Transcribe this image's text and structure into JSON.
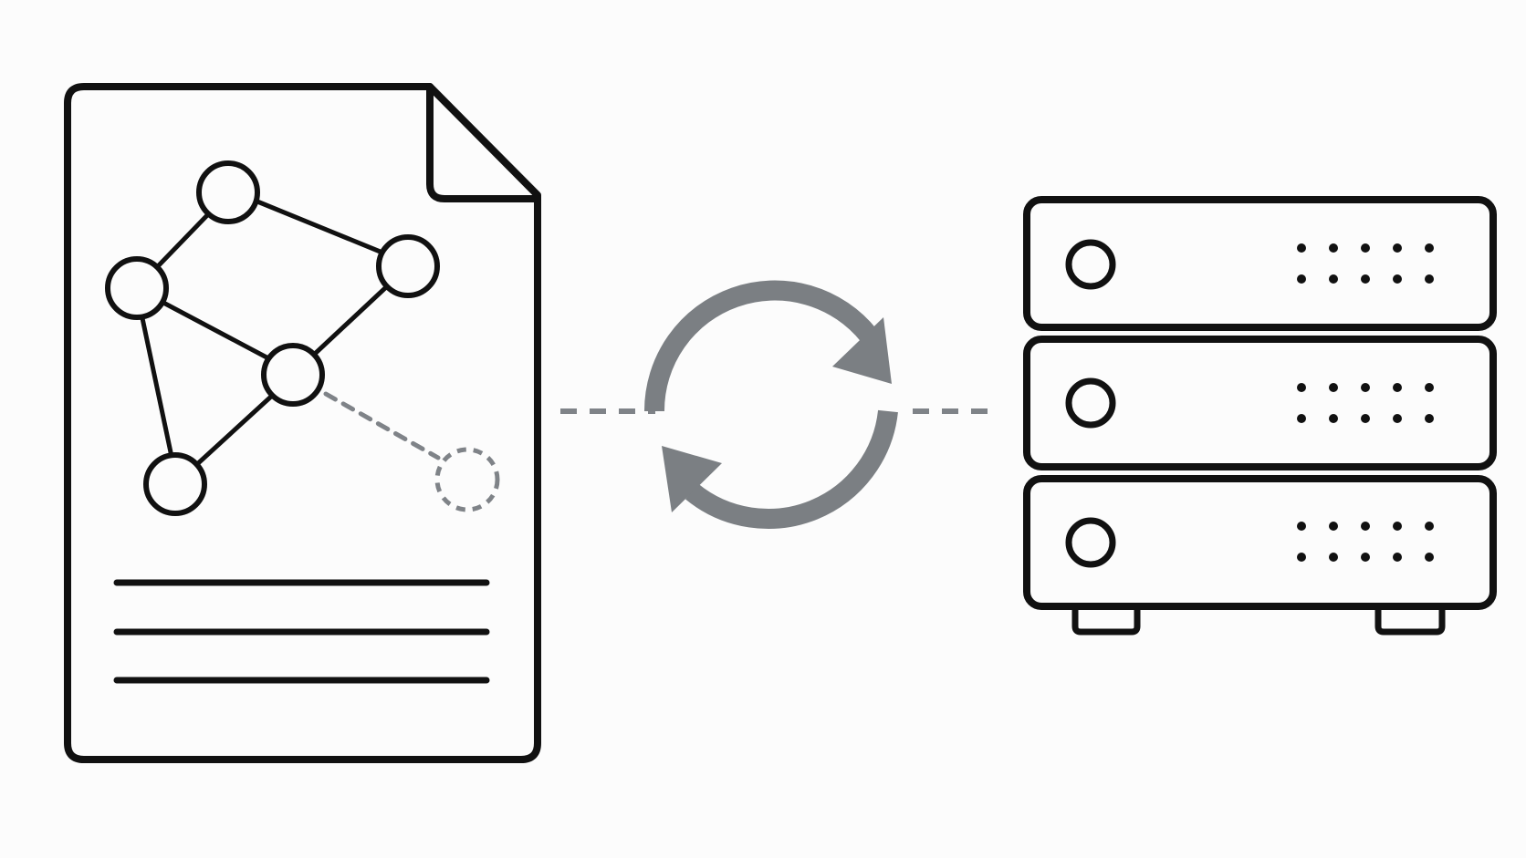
{
  "colors": {
    "background": "#fcfcfc",
    "outline": "#111111",
    "accent_gray": "#7b7f83",
    "dashed_gray": "#7f8388"
  },
  "icons": {
    "document": "document-icon",
    "graph": "graph-network-icon",
    "sync": "sync-icon",
    "server": "server-rack-icon"
  },
  "diagram": {
    "graph_node_count": 6,
    "server_units": 3,
    "server_led_rows": 2,
    "server_led_columns": 5,
    "text_line_count": 3
  }
}
